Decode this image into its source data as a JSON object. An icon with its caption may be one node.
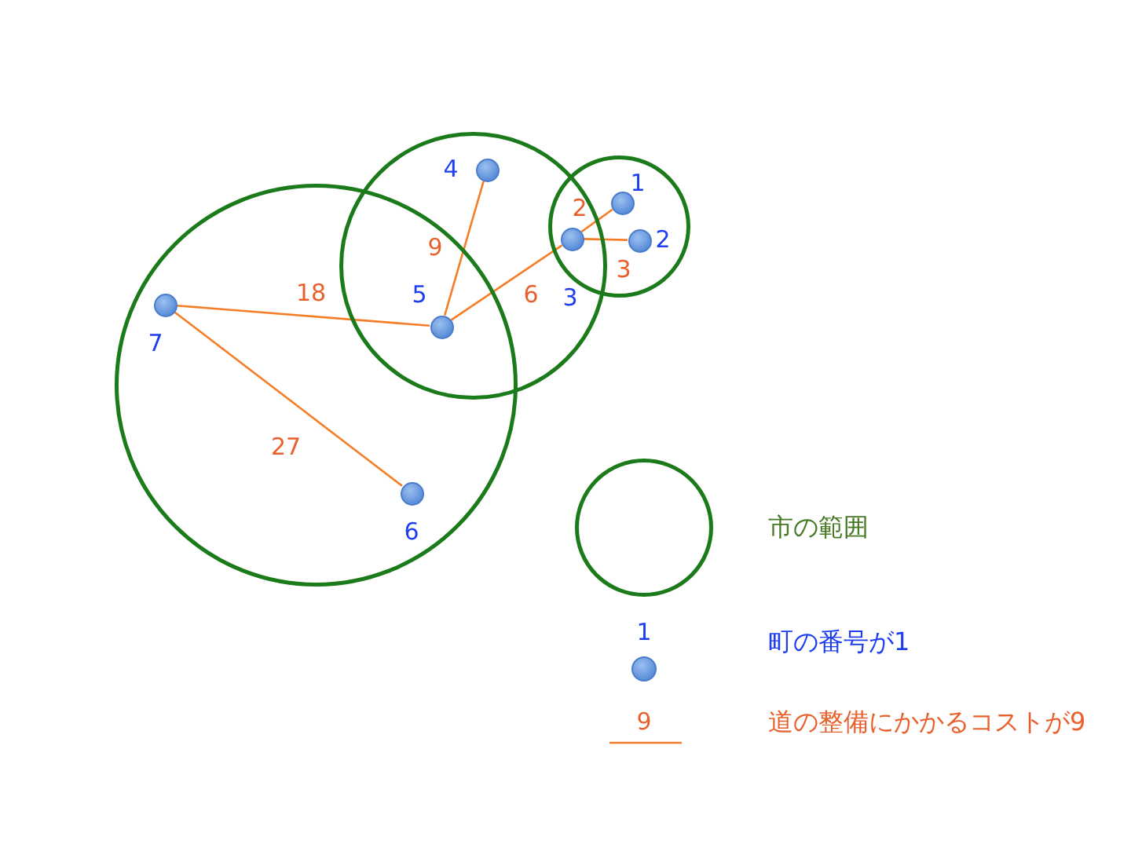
{
  "diagram": {
    "nodes": [
      {
        "text": [],
        "shape": "circle"
      },
      {
        "text": [],
        "shape": "circle"
      },
      {
        "text": [],
        "shape": "circle"
      },
      {
        "text": [],
        "shape": "circle",
        "beside": [
          "1"
        ],
        "in": 2
      },
      {
        "text": [],
        "shape": "circle",
        "beside": [
          "2"
        ],
        "in": 2
      },
      {
        "text": [],
        "shape": "circle",
        "beside": [
          "3"
        ]
      },
      {
        "text": [],
        "shape": "circle",
        "beside": [
          "4"
        ],
        "in": 1
      },
      {
        "text": [],
        "shape": "circle",
        "beside": [
          "5"
        ]
      },
      {
        "text": [],
        "shape": "circle",
        "beside": [
          "6"
        ],
        "in": 0
      },
      {
        "text": [],
        "shape": "circle",
        "beside": [
          "7"
        ],
        "in": 0
      }
    ],
    "edges": [
      {
        "from": 9,
        "to": 7,
        "arrow": "none",
        "label": "18"
      },
      {
        "from": 9,
        "to": 8,
        "arrow": "none",
        "label": "27"
      },
      {
        "from": 7,
        "to": 6,
        "arrow": "none",
        "label": "9"
      },
      {
        "from": 7,
        "to": 5,
        "arrow": "none",
        "label": "6"
      },
      {
        "from": 5,
        "to": 3,
        "arrow": "none",
        "label": "2"
      },
      {
        "from": 5,
        "to": 4,
        "arrow": "none",
        "label": "3"
      }
    ],
    "labels": [
      "1",
      "9"
    ],
    "legend": [
      {
        "text": "市の範囲"
      },
      {
        "text": "町の番号が1"
      },
      {
        "text": "道の整備にかかるコストが9"
      }
    ]
  }
}
